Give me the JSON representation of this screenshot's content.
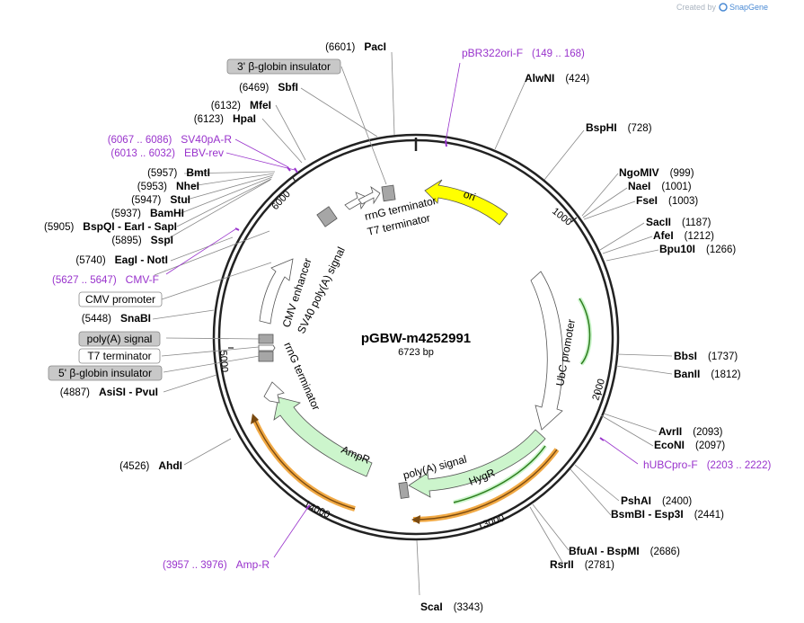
{
  "map": {
    "name": "pGBW-m4252991",
    "length_label": "6723 bp"
  },
  "branding": {
    "created_by": "Created by",
    "product": "SnapGene"
  },
  "ticks": [
    "1000",
    "2000",
    "3000",
    "4000",
    "5000",
    "6000"
  ],
  "sites": [
    {
      "pos": "(6601)",
      "name": "PacI"
    },
    {
      "pos": "(424)",
      "name": "AlwNI"
    },
    {
      "pos": "(728)",
      "name": "BspHI"
    },
    {
      "pos": "(999)",
      "name": "NgoMIV"
    },
    {
      "pos": "(1001)",
      "name": "NaeI"
    },
    {
      "pos": "(1003)",
      "name": "FseI"
    },
    {
      "pos": "(1187)",
      "name": "SacII"
    },
    {
      "pos": "(1212)",
      "name": "AfeI"
    },
    {
      "pos": "(1266)",
      "name": "Bpu10I"
    },
    {
      "pos": "(1737)",
      "name": "BbsI"
    },
    {
      "pos": "(1812)",
      "name": "BanII"
    },
    {
      "pos": "(2093)",
      "name": "AvrII"
    },
    {
      "pos": "(2097)",
      "name": "EcoNI"
    },
    {
      "pos": "(2400)",
      "name": "PshAI"
    },
    {
      "pos": "(2441)",
      "name": "BsmBI - Esp3I"
    },
    {
      "pos": "(2686)",
      "name": "BfuAI - BspMI"
    },
    {
      "pos": "(2781)",
      "name": "RsrII"
    },
    {
      "pos": "(3343)",
      "name": "ScaI"
    },
    {
      "pos": "(4526)",
      "name": "AhdI"
    },
    {
      "pos": "(4887)",
      "name": "AsiSI - PvuI"
    },
    {
      "pos": "(5448)",
      "name": "SnaBI"
    },
    {
      "pos": "(5740)",
      "name": "EagI - NotI"
    },
    {
      "pos": "(5895)",
      "name": "SspI"
    },
    {
      "pos": "(5905)",
      "name": "BspQI - EarI - SapI"
    },
    {
      "pos": "(5937)",
      "name": "BamHI"
    },
    {
      "pos": "(5947)",
      "name": "StuI"
    },
    {
      "pos": "(5953)",
      "name": "NheI"
    },
    {
      "pos": "(5957)",
      "name": "BmtI"
    },
    {
      "pos": "(6123)",
      "name": "HpaI"
    },
    {
      "pos": "(6132)",
      "name": "MfeI"
    },
    {
      "pos": "(6469)",
      "name": "SbfI"
    }
  ],
  "primers": [
    {
      "name": "pBR322ori-F",
      "range": "(149 .. 168)"
    },
    {
      "name": "hUBCpro-F",
      "range": "(2203 .. 2222)"
    },
    {
      "name": "Amp-R",
      "range": "(3957 .. 3976)"
    },
    {
      "name": "CMV-F",
      "range": "(5627 .. 5647)"
    },
    {
      "name": "EBV-rev",
      "range": "(6013 .. 6032)"
    },
    {
      "name": "SV40pA-R",
      "range": "(6067 .. 6086)"
    }
  ],
  "boxed_labels": [
    {
      "text": "3' β-globin insulator",
      "style": "gray"
    },
    {
      "text": "CMV promoter",
      "style": "white"
    },
    {
      "text": "poly(A) signal",
      "style": "gray"
    },
    {
      "text": "T7 terminator",
      "style": "white"
    },
    {
      "text": "5' β-globin insulator",
      "style": "gray"
    }
  ],
  "features": [
    {
      "label": "ori",
      "color": "#ffff00"
    },
    {
      "label": "UbC promoter",
      "color": "#ffffff"
    },
    {
      "label": "HygR",
      "color": "#ccf5cc"
    },
    {
      "label": "poly(A) signal",
      "color": "#a6a6a6"
    },
    {
      "label": "AmpR",
      "color": "#ccf5cc"
    },
    {
      "label": "rrnG terminator",
      "color": "#ffffff"
    },
    {
      "label": "CMV enhancer",
      "color": "#ffffff"
    },
    {
      "label": "SV40 poly(A) signal",
      "color": "#a6a6a6"
    },
    {
      "label": "rrnG terminator",
      "color": "#ffffff"
    },
    {
      "label": "T7 terminator",
      "color": "#a6a6a6"
    }
  ],
  "colors": {
    "backbone": "#222222",
    "primer": "#9933cc",
    "ori": "#ffff00",
    "marker": "#ccf5cc",
    "orf_track": "#f0a030",
    "orf_inner": "#2e7d1e"
  }
}
